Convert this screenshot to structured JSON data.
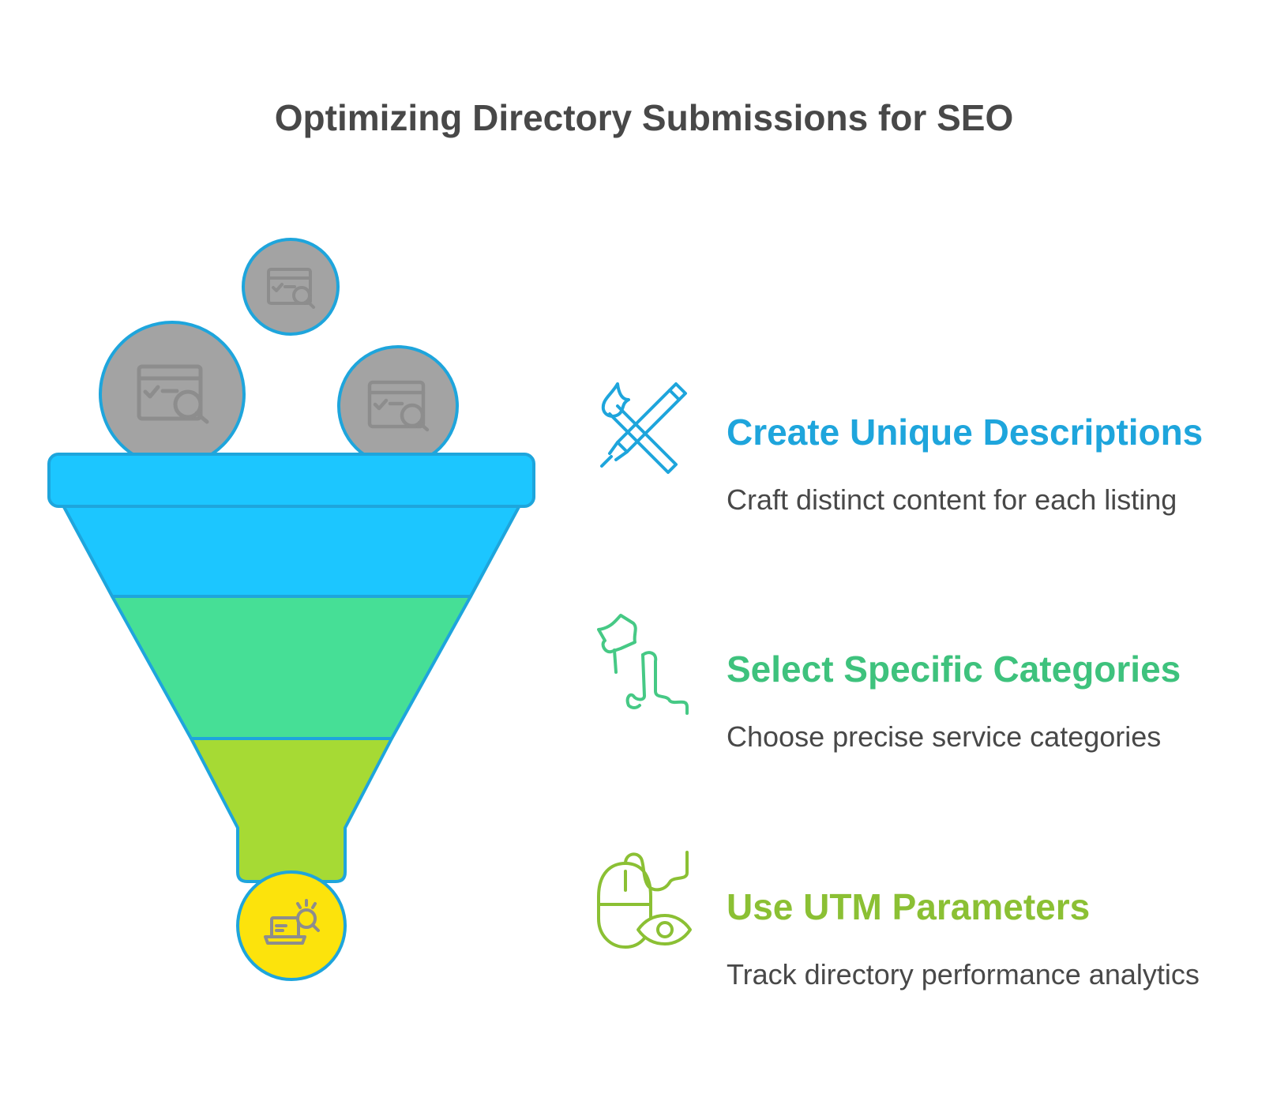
{
  "title": "Optimizing Directory Submissions for SEO",
  "colors": {
    "outline": "#1ea5dc",
    "stage_top": "#1cc6ff",
    "stage_middle": "#46df96",
    "stage_bottom": "#a6da34",
    "output_circle": "#fce30c",
    "input_circle": "#a3a3a3",
    "title_text": "#484848"
  },
  "funnel": {
    "inputs": [
      {
        "icon": "checklist-search-icon"
      },
      {
        "icon": "checklist-search-icon"
      },
      {
        "icon": "checklist-search-icon"
      }
    ],
    "output": {
      "icon": "laptop-search-icon"
    }
  },
  "steps": [
    {
      "title": "Create Unique Descriptions",
      "description": "Craft distinct content for each listing",
      "color": "#1ea5dc",
      "icon": "pen-brush-tools-icon"
    },
    {
      "title": "Select Specific Categories",
      "description": "Choose precise service categories",
      "color": "#3ec27d",
      "icon": "category-shapes-icon"
    },
    {
      "title": "Use UTM Parameters",
      "description": "Track directory performance analytics",
      "color": "#8bc034",
      "icon": "mouse-eye-icon"
    }
  ]
}
